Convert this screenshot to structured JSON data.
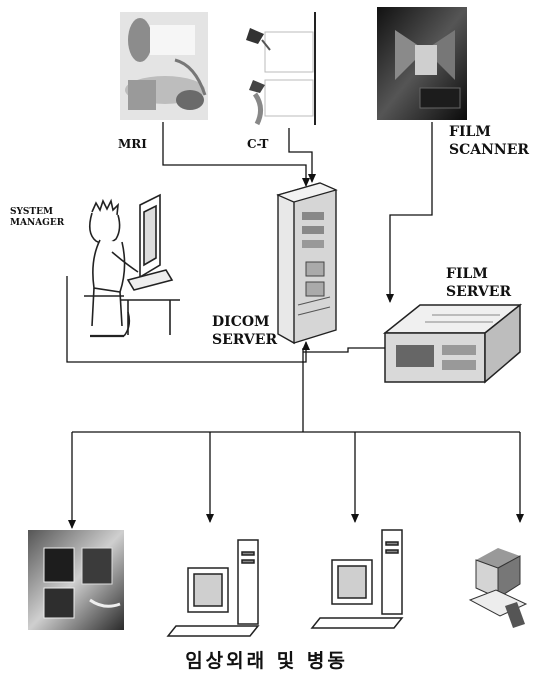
{
  "labels": {
    "mri": "MRI",
    "ct": "C-T",
    "film_scanner": "FILM\nSCANNER",
    "system_manager": "SYSTEM\nMANAGER",
    "film_server": "FILM\nSERVER",
    "dicom_server": "DICOM\nSERVER"
  },
  "caption": "임상외래 및 병동",
  "colors": {
    "line": "#111111",
    "ink": "#222222",
    "shade": "#9a9a9a"
  }
}
